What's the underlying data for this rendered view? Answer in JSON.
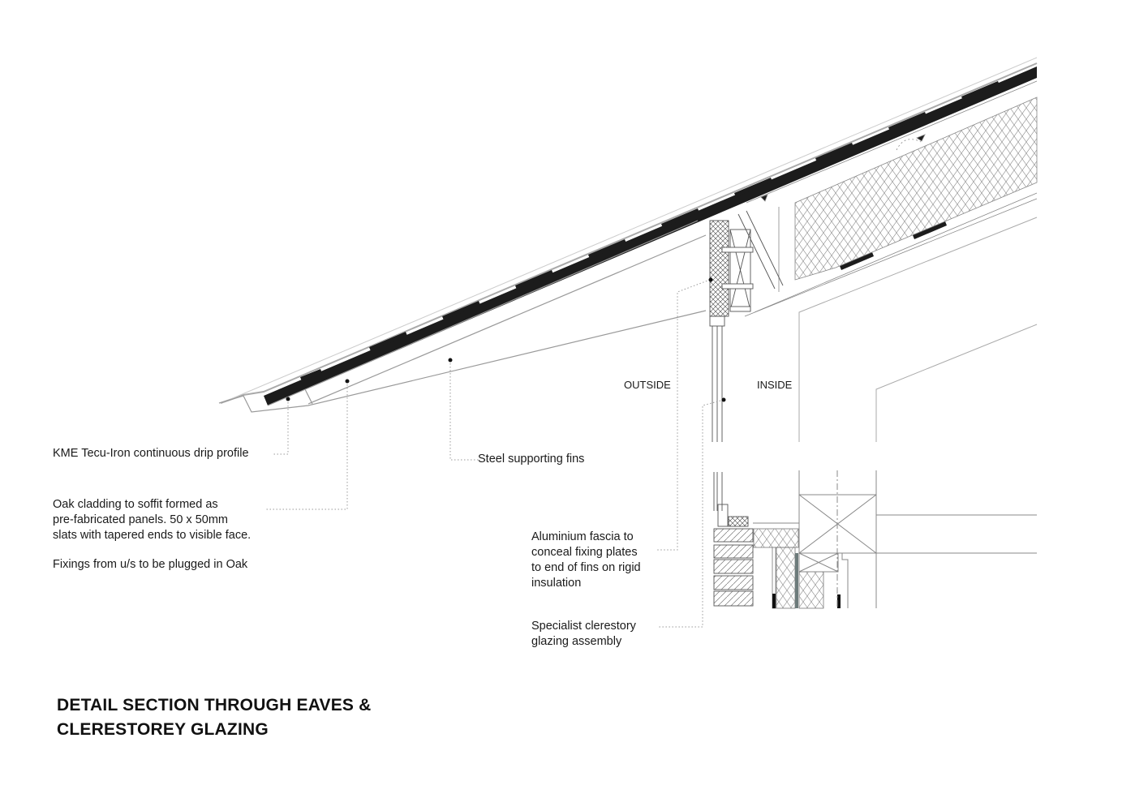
{
  "title": {
    "line1": "DETAIL SECTION THROUGH EAVES &",
    "line2": "CLERESTOREY GLAZING"
  },
  "labels": {
    "drip_profile": "KME Tecu-Iron continuous drip profile",
    "oak_cladding": "Oak cladding to soffit formed as\npre-fabricated panels. 50 x 50mm\nslats with tapered ends to visible face.",
    "fixings": "Fixings from u/s to be plugged in Oak",
    "steel_fins": "Steel supporting fins",
    "outside": "OUTSIDE",
    "inside": "INSIDE",
    "aluminium_fascia": "Aluminium fascia to\nconceal fixing plates\nto end of fins on rigid\ninsulation",
    "clerestory_glazing": "Specialist clerestory\nglazing assembly"
  },
  "colors": {
    "ink": "#1a1a1a",
    "line": "#9a9a9a",
    "roof_membrane": "#1c1c1c",
    "accent_grey": "#6d7b7b"
  }
}
